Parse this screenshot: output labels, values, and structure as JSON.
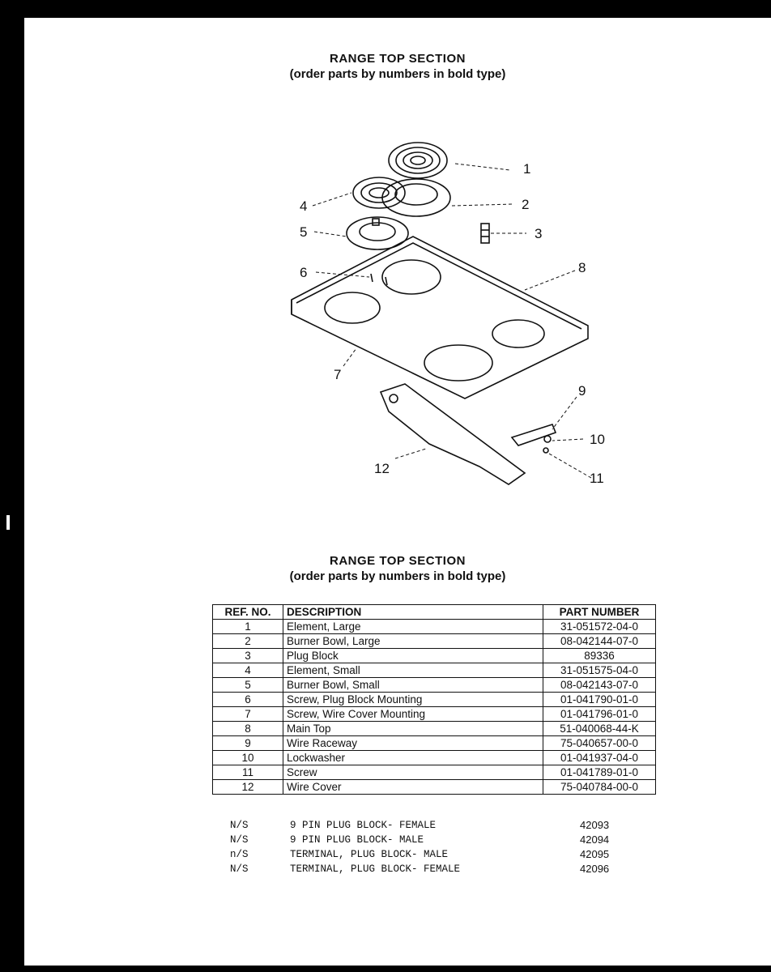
{
  "top_title": {
    "main": "RANGE TOP SECTION",
    "sub": "(order parts by numbers in bold type)"
  },
  "diagram": {
    "callouts": [
      "1",
      "2",
      "3",
      "4",
      "5",
      "6",
      "7",
      "8",
      "9",
      "10",
      "11",
      "12"
    ]
  },
  "table_title": {
    "main": "RANGE TOP SECTION",
    "sub": "(order parts by numbers in bold type)"
  },
  "table": {
    "headers": {
      "ref": "REF. NO.",
      "description": "DESCRIPTION",
      "part_number": "PART NUMBER"
    },
    "rows": [
      {
        "ref": "1",
        "description": "Element, Large",
        "part_number": "31-051572-04-0"
      },
      {
        "ref": "2",
        "description": "Burner Bowl, Large",
        "part_number": "08-042144-07-0"
      },
      {
        "ref": "3",
        "description": "Plug Block",
        "part_number": "89336"
      },
      {
        "ref": "4",
        "description": "Element, Small",
        "part_number": "31-051575-04-0"
      },
      {
        "ref": "5",
        "description": "Burner Bowl, Small",
        "part_number": "08-042143-07-0"
      },
      {
        "ref": "6",
        "description": "Screw, Plug Block Mounting",
        "part_number": "01-041790-01-0"
      },
      {
        "ref": "7",
        "description": "Screw, Wire Cover Mounting",
        "part_number": "01-041796-01-0"
      },
      {
        "ref": "8",
        "description": "Main Top",
        "part_number": "51-040068-44-K"
      },
      {
        "ref": "9",
        "description": "Wire Raceway",
        "part_number": "75-040657-00-0"
      },
      {
        "ref": "10",
        "description": "Lockwasher",
        "part_number": "01-041937-04-0"
      },
      {
        "ref": "11",
        "description": "Screw",
        "part_number": "01-041789-01-0"
      },
      {
        "ref": "12",
        "description": "Wire Cover",
        "part_number": "75-040784-00-0"
      }
    ]
  },
  "not_shown": [
    {
      "ref": "N/S",
      "description": "9 PIN PLUG BLOCK- FEMALE",
      "part_number": "42093"
    },
    {
      "ref": "N/S",
      "description": "9 PIN PLUG BLOCK- MALE",
      "part_number": "42094"
    },
    {
      "ref": "n/S",
      "description": "TERMINAL, PLUG BLOCK- MALE",
      "part_number": "42095"
    },
    {
      "ref": "N/S",
      "description": "TERMINAL, PLUG BLOCK- FEMALE",
      "part_number": "42096"
    }
  ]
}
